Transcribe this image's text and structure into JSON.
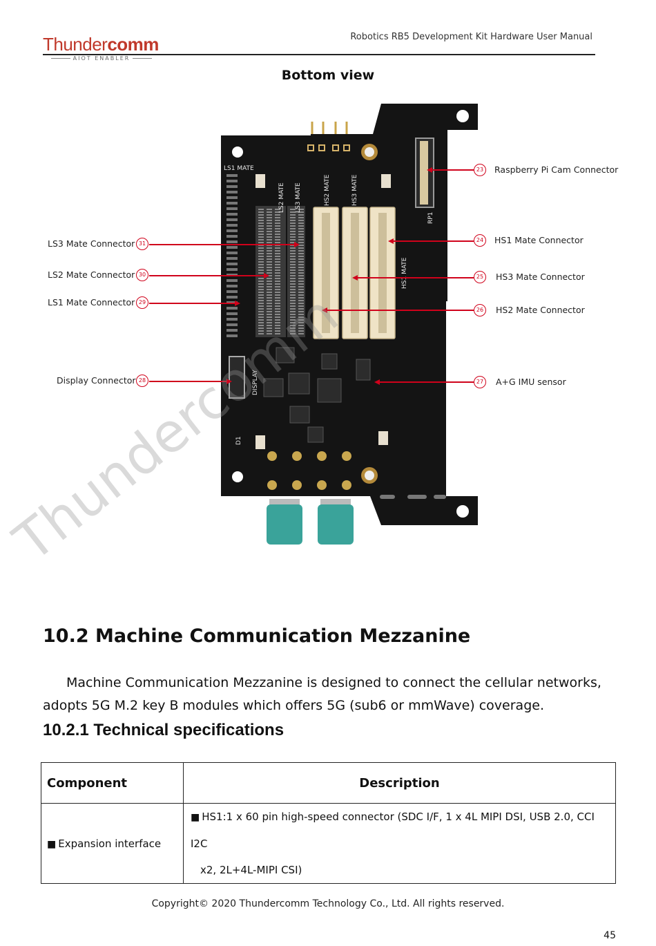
{
  "header": {
    "logo": {
      "brand_light": "Thunder",
      "brand_bold": "comm",
      "tagline": "AIOT ENABLER"
    },
    "title": "Robotics RB5 Development Kit Hardware User Manual"
  },
  "figure": {
    "title": "Bottom view",
    "board_labels": {
      "ls1": "LS1 MATE",
      "ls2": "LS2 MATE",
      "ls3": "LS3 MATE",
      "hs2": "HS2 MATE",
      "hs3": "HS3 MATE",
      "hs1": "HS1 MATE",
      "rp1": "RP1",
      "display": "DISPLAY",
      "d1": "D1"
    },
    "callouts": [
      {
        "num": "23",
        "label": "Raspberry Pi Cam Connector"
      },
      {
        "num": "24",
        "label": "HS1 Mate Connector"
      },
      {
        "num": "25",
        "label": "HS3 Mate Connector"
      },
      {
        "num": "26",
        "label": "HS2 Mate Connector"
      },
      {
        "num": "27",
        "label": "A+G IMU sensor"
      },
      {
        "num": "31",
        "label": "LS3 Mate Connector"
      },
      {
        "num": "30",
        "label": "LS2 Mate Connector"
      },
      {
        "num": "29",
        "label": "LS1 Mate Connector"
      },
      {
        "num": "28",
        "label": "Display Connector"
      }
    ],
    "colors": {
      "pcb": "#141414",
      "connector": "#efe3c6",
      "antenna": "#3aa39a",
      "callout": "#d0021b"
    }
  },
  "watermark": "Thundercomm",
  "section": {
    "heading": "10.2  Machine Communication Mezzanine",
    "body": "Machine Communication Mezzanine is designed to connect the cellular networks, adopts 5G M.2 key B modules which offers 5G (sub6 or mmWave) coverage.",
    "subheading": "10.2.1 Technical specifications"
  },
  "table": {
    "headers": [
      "Component",
      "Description"
    ],
    "rows": [
      {
        "component": "Expansion interface",
        "description_line1": "HS1:1 x 60 pin high-speed connector (SDC I/F, 1 x 4L MIPI DSI, USB 2.0, CCI I2C",
        "description_line2": "x2, 2L+4L-MIPI CSI)"
      }
    ],
    "bullet": "■"
  },
  "footer": {
    "copyright": "Copyright© 2020 Thundercomm Technology Co., Ltd. All rights reserved.",
    "page_number": "45"
  }
}
